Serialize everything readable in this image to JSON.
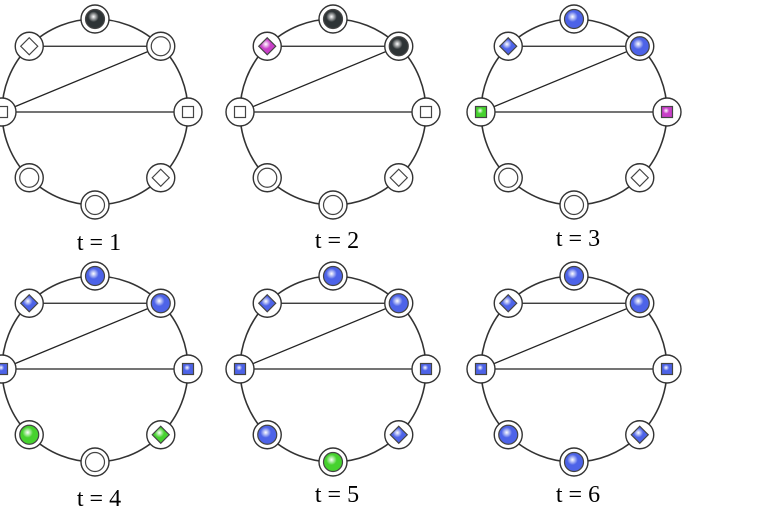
{
  "diagram": {
    "panels": [
      {
        "label": "t = 1",
        "nodes": [
          {
            "shape": "circle",
            "fill": "dark"
          },
          {
            "shape": "circle",
            "fill": "white"
          },
          {
            "shape": "square",
            "fill": "white"
          },
          {
            "shape": "diamond",
            "fill": "white"
          },
          {
            "shape": "circle",
            "fill": "white"
          },
          {
            "shape": "circle",
            "fill": "white"
          },
          {
            "shape": "square",
            "fill": "white"
          },
          {
            "shape": "diamond",
            "fill": "white"
          }
        ]
      },
      {
        "label": "t = 2",
        "nodes": [
          {
            "shape": "circle",
            "fill": "dark"
          },
          {
            "shape": "circle",
            "fill": "dark"
          },
          {
            "shape": "square",
            "fill": "white"
          },
          {
            "shape": "diamond",
            "fill": "white"
          },
          {
            "shape": "circle",
            "fill": "white"
          },
          {
            "shape": "circle",
            "fill": "white"
          },
          {
            "shape": "square",
            "fill": "white"
          },
          {
            "shape": "diamond",
            "fill": "pink"
          }
        ]
      },
      {
        "label": "t = 3",
        "nodes": [
          {
            "shape": "circle",
            "fill": "blue"
          },
          {
            "shape": "circle",
            "fill": "blue"
          },
          {
            "shape": "square",
            "fill": "pink"
          },
          {
            "shape": "diamond",
            "fill": "white"
          },
          {
            "shape": "circle",
            "fill": "white"
          },
          {
            "shape": "circle",
            "fill": "white"
          },
          {
            "shape": "square",
            "fill": "green"
          },
          {
            "shape": "diamond",
            "fill": "blue"
          }
        ]
      },
      {
        "label": "t = 4",
        "nodes": [
          {
            "shape": "circle",
            "fill": "blue"
          },
          {
            "shape": "circle",
            "fill": "blue"
          },
          {
            "shape": "square",
            "fill": "blue"
          },
          {
            "shape": "diamond",
            "fill": "green"
          },
          {
            "shape": "circle",
            "fill": "white"
          },
          {
            "shape": "circle",
            "fill": "green"
          },
          {
            "shape": "square",
            "fill": "blue"
          },
          {
            "shape": "diamond",
            "fill": "blue"
          }
        ]
      },
      {
        "label": "t = 5",
        "nodes": [
          {
            "shape": "circle",
            "fill": "blue"
          },
          {
            "shape": "circle",
            "fill": "blue"
          },
          {
            "shape": "square",
            "fill": "blue"
          },
          {
            "shape": "diamond",
            "fill": "blue"
          },
          {
            "shape": "circle",
            "fill": "green"
          },
          {
            "shape": "circle",
            "fill": "blue"
          },
          {
            "shape": "square",
            "fill": "blue"
          },
          {
            "shape": "diamond",
            "fill": "blue"
          }
        ]
      },
      {
        "label": "t = 6",
        "nodes": [
          {
            "shape": "circle",
            "fill": "blue"
          },
          {
            "shape": "circle",
            "fill": "blue"
          },
          {
            "shape": "square",
            "fill": "blue"
          },
          {
            "shape": "diamond",
            "fill": "blue"
          },
          {
            "shape": "circle",
            "fill": "blue"
          },
          {
            "shape": "circle",
            "fill": "blue"
          },
          {
            "shape": "square",
            "fill": "blue"
          },
          {
            "shape": "diamond",
            "fill": "blue"
          }
        ]
      }
    ],
    "edges": [
      [
        7,
        1
      ],
      [
        1,
        6
      ],
      [
        6,
        2
      ]
    ],
    "colors": {
      "white": "#ffffff",
      "dark": "#2e3436",
      "blue": "#4d63e8",
      "green": "#46d22e",
      "pink": "#c83fc8"
    }
  }
}
